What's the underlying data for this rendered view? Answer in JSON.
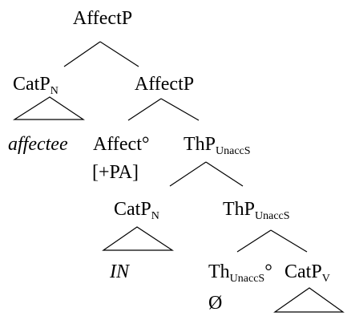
{
  "tree": {
    "root": {
      "label": "AffectP"
    },
    "spec_catp_n": {
      "label": "CatP",
      "subscript": "N"
    },
    "affectee": {
      "label": "affectee"
    },
    "affect_bar": {
      "label": "AffectP"
    },
    "affect_head": {
      "label": "Affect°",
      "feature": "[+PA]"
    },
    "thp_upper": {
      "label": "ThP",
      "subscript": "UnaccS"
    },
    "catp_n_lower": {
      "label": "CatP",
      "subscript": "N"
    },
    "in_node": {
      "label": "IN"
    },
    "thp_lower": {
      "label": "ThP",
      "subscript": "UnaccS"
    },
    "th_head": {
      "label": "Th",
      "subscript": "UnaccS",
      "degree": "°",
      "null_symbol": "Ø"
    },
    "catp_v": {
      "label": "CatP",
      "subscript": "V"
    }
  }
}
